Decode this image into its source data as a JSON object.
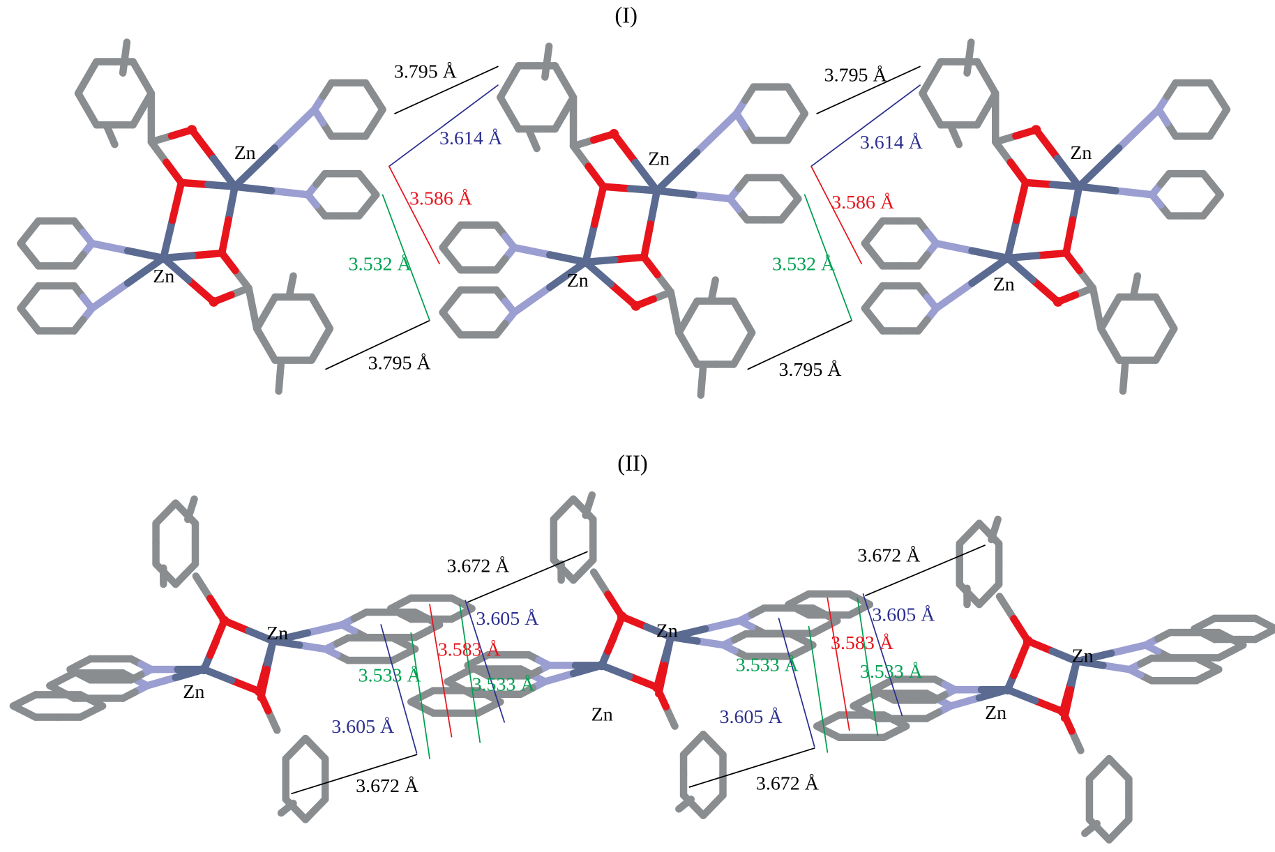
{
  "panels": [
    {
      "title": "(I)",
      "zn_label": "Zn",
      "distances": {
        "black": "3.795 Å",
        "blue": "3.614 Å",
        "red": "3.586 Å",
        "green": "3.532 Å"
      }
    },
    {
      "title": "(II)",
      "zn_label": "Zn",
      "distances": {
        "black": "3.672 Å",
        "blue": "3.605 Å",
        "red": "3.583 Å",
        "green": "3.533 Å"
      }
    }
  ],
  "colors": {
    "carbon": "#8a8d90",
    "oxygen": "#e8141c",
    "nitrogen": "#9a9ed0",
    "zinc": "#5a6a90",
    "black_line": "#000000",
    "blue_line": "#2b2f8f",
    "red_line": "#e8141c",
    "green_line": "#00a050"
  }
}
